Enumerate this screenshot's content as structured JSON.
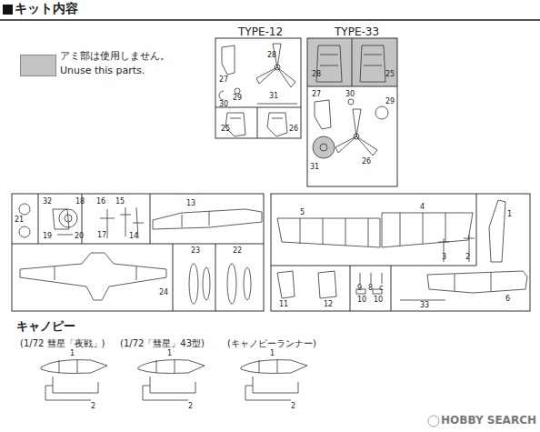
{
  "diagram": {
    "title": "キット内容",
    "labels": [
      "TYPE-12",
      "TYPE-33",
      "28",
      "27",
      "30",
      "29",
      "31",
      "25",
      "26",
      "28",
      "25",
      "27",
      "30",
      "29",
      "26",
      "31",
      "32",
      "18",
      "21",
      "19",
      "20",
      "16",
      "15",
      "17",
      "14",
      "13",
      "24",
      "23",
      "22",
      "5",
      "4",
      "3",
      "2",
      "1",
      "9",
      "8",
      "c",
      "10",
      "10",
      "11",
      "12",
      "33",
      "6",
      "キャノピー",
      "(1/72 彗星「夜戦」)",
      "1",
      "2",
      "(1/72「彗星」43型)",
      "1",
      "2",
      "(キャノピーランナー)",
      "1",
      "2",
      "Unuse this parts.",
      "HOBBY SEARCH"
    ],
    "legend": [
      {
        "text": "アミ部は使用しません。",
        "color": "#c4c4c4"
      }
    ]
  }
}
